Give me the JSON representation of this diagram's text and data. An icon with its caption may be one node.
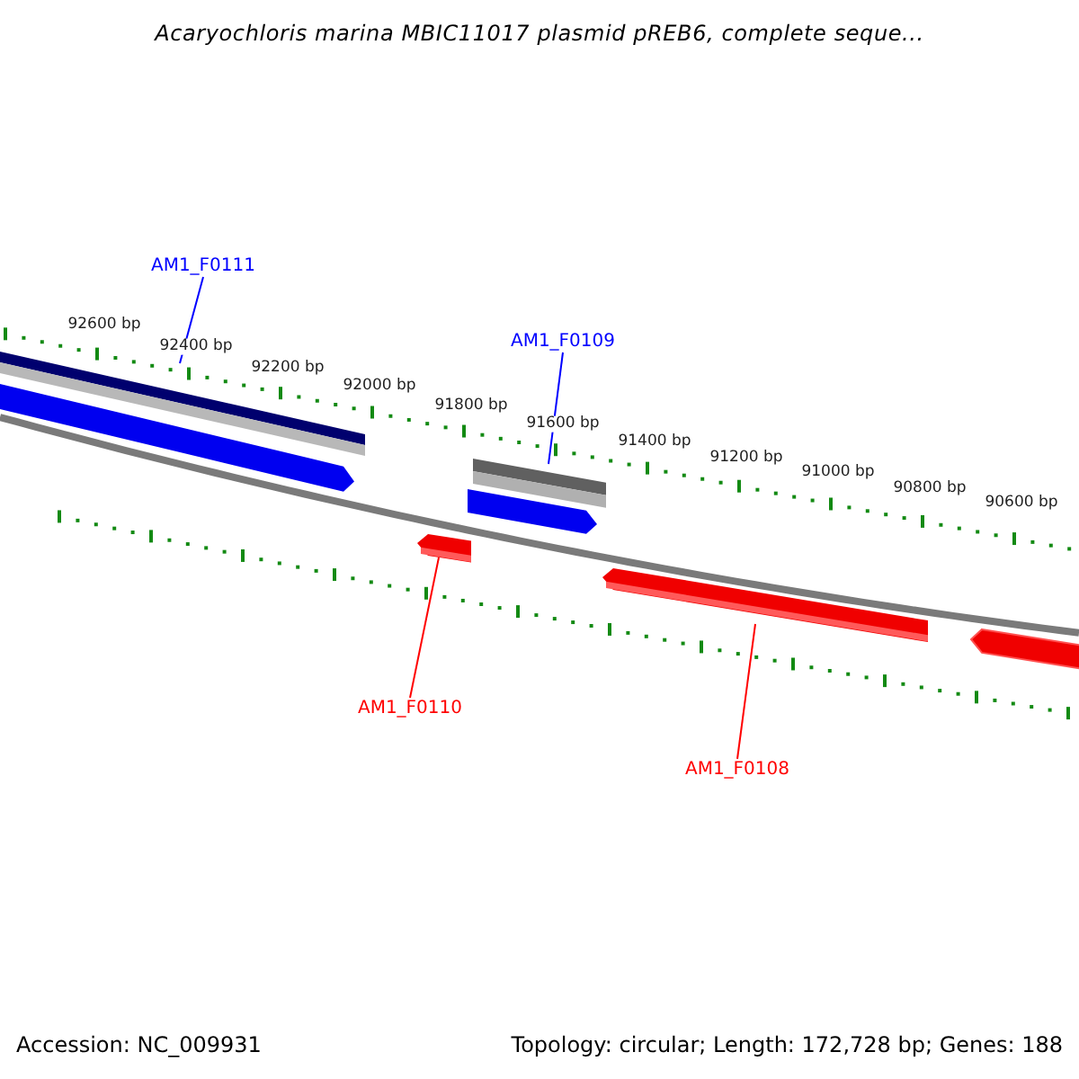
{
  "diagram": {
    "title": "Acaryochloris marina MBIC11017 plasmid pREB6, complete seque...",
    "nodes": [
      {
        "text": [
          "AM1_F0111"
        ]
      },
      {
        "text": [
          "AM1_F0109"
        ]
      },
      {
        "text": [
          "AM1_F0110"
        ]
      },
      {
        "text": [
          "AM1_F0108"
        ]
      },
      {
        "text": [],
        "shape": "bar"
      },
      {
        "text": [],
        "shape": "bar"
      },
      {
        "text": [],
        "shape": "arrow"
      },
      {
        "text": [],
        "shape": "arrow"
      }
    ],
    "edges": [
      {
        "from": 0,
        "to": 4,
        "arrow": "none",
        "color": "#0000ff"
      },
      {
        "from": 1,
        "to": 5,
        "arrow": "none",
        "color": "#0000ff"
      },
      {
        "from": 2,
        "to": 6,
        "arrow": "none",
        "color": "#ff0000"
      },
      {
        "from": 3,
        "to": 7,
        "arrow": "none",
        "color": "#ff0000"
      }
    ],
    "labels": [
      "92600 bp",
      "92400 bp",
      "92200 bp",
      "92000 bp",
      "91800 bp",
      "91600 bp",
      "91400 bp",
      "91200 bp",
      "91000 bp",
      "90800 bp",
      "90600 bp",
      "Accession: NC_009931",
      "Topology: circular; Length: 172,728 bp; Genes: 188"
    ]
  }
}
